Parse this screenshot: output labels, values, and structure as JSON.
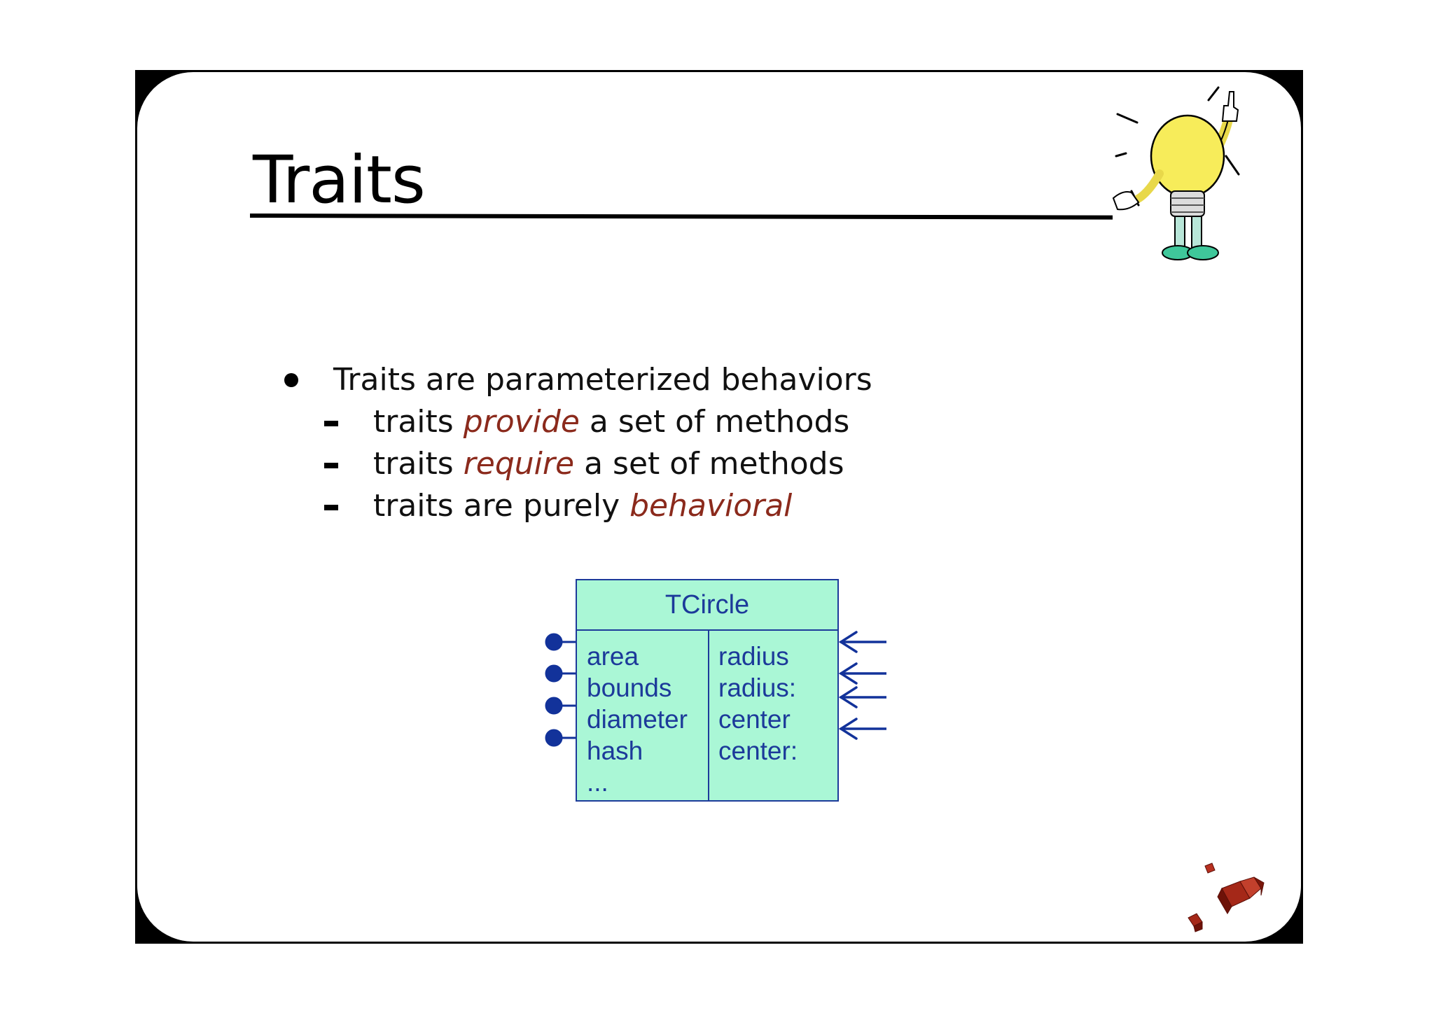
{
  "slide": {
    "title": "Traits",
    "bullets": {
      "main": "Traits are parameterized behaviors",
      "subs": [
        {
          "pre": "traits ",
          "em": "provide",
          "post": " a set of methods"
        },
        {
          "pre": "traits ",
          "em": "require",
          "post": " a set of methods"
        },
        {
          "pre": "traits are purely ",
          "em": "behavioral",
          "post": ""
        }
      ]
    },
    "trait_diagram": {
      "name": "TCircle",
      "provided": [
        "area",
        "bounds",
        "diameter",
        "hash",
        "..."
      ],
      "required": [
        "radius",
        "radius:",
        "center",
        "center:"
      ]
    }
  },
  "colors": {
    "emphasis": "#8b2a1c",
    "trait_fill": "#aaf7d6",
    "trait_ink": "#1c3a9a"
  },
  "icons": [
    "lightbulb-mascot-icon",
    "red-cubes-logo-icon"
  ]
}
